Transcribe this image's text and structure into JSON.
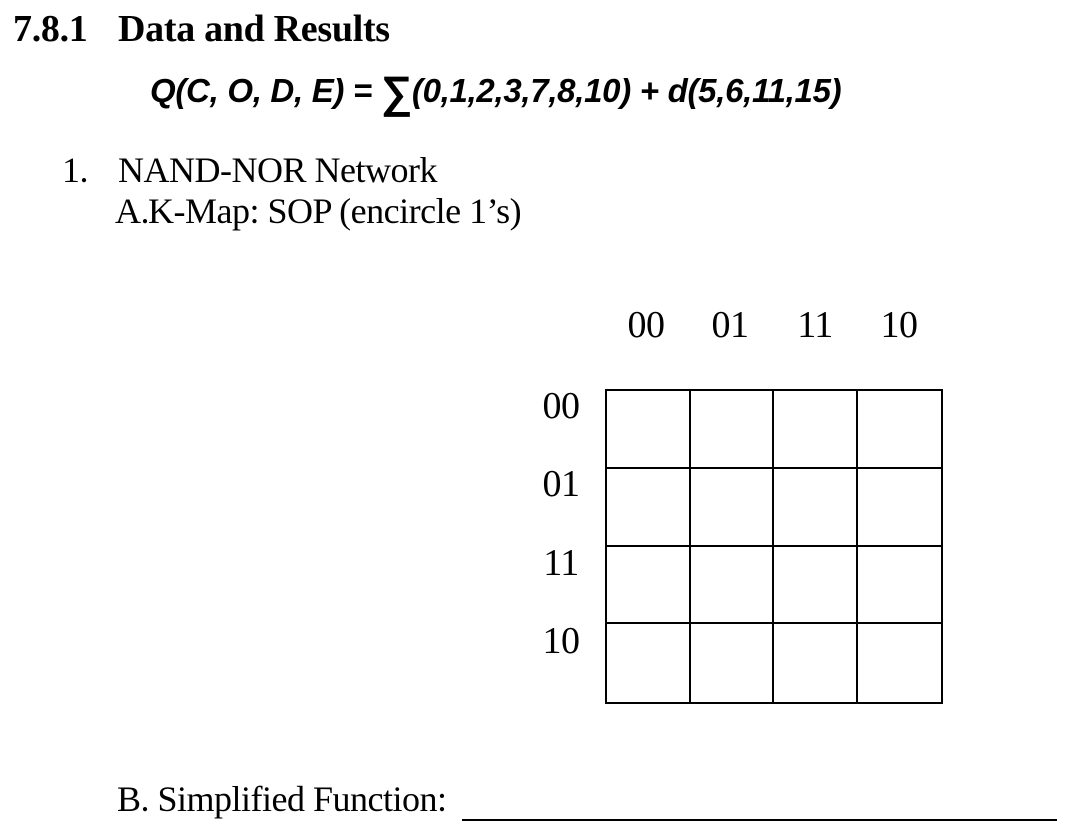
{
  "heading": {
    "number": "7.8.1",
    "title": "Data and Results"
  },
  "formula": {
    "prefix": "Q(C, O, D, E) = ",
    "sigma": "∑",
    "suffix": "(0,1,2,3,7,8,10) + d(5,6,11,15)"
  },
  "list": {
    "item_number": "1.",
    "item_title": "NAND-NOR Network",
    "sub_letter": "A.",
    "sub_title": "K-Map: SOP (encircle 1’s)"
  },
  "kmap": {
    "col_labels": [
      "00",
      "01",
      "11",
      "10"
    ],
    "row_labels": [
      "00",
      "01",
      "11",
      "10"
    ],
    "cells": [
      [
        "",
        "",
        "",
        ""
      ],
      [
        "",
        "",
        "",
        ""
      ],
      [
        "",
        "",
        "",
        ""
      ],
      [
        "",
        "",
        "",
        ""
      ]
    ]
  },
  "footer": {
    "label": "B. Simplified Function:",
    "blank_value": ""
  },
  "colors": {
    "text": "#000000",
    "background": "#ffffff",
    "grid_line": "#000000"
  }
}
